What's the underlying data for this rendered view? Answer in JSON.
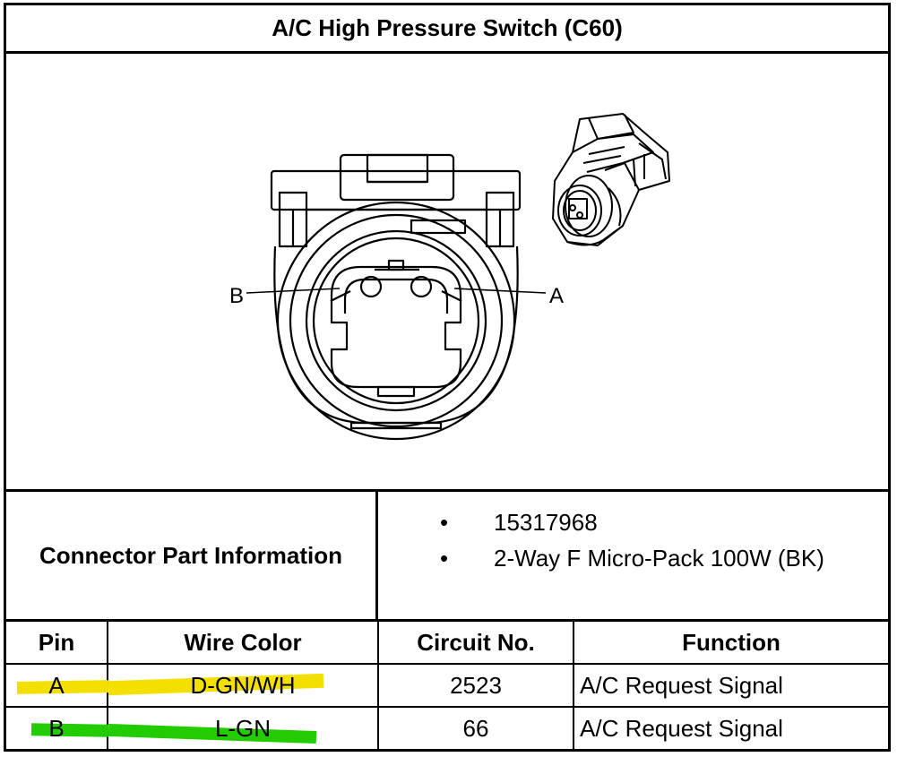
{
  "title": "A/C High Pressure Switch (C60)",
  "drawing": {
    "pin_labels": [
      "B",
      "A"
    ]
  },
  "connector_info": {
    "label": "Connector Part Information",
    "items": [
      "15317968",
      "2-Way F Micro-Pack 100W (BK)"
    ],
    "bullet": "•"
  },
  "table": {
    "headers": [
      "Pin",
      "Wire Color",
      "Circuit No.",
      "Function"
    ],
    "rows": [
      {
        "pin": "A",
        "wire_color": "D-GN/WH",
        "circuit": "2523",
        "function": "A/C Request Signal",
        "highlight": "#f4e000"
      },
      {
        "pin": "B",
        "wire_color": "L-GN",
        "circuit": "66",
        "function": "A/C Request Signal",
        "highlight": "#22cc00"
      }
    ]
  }
}
